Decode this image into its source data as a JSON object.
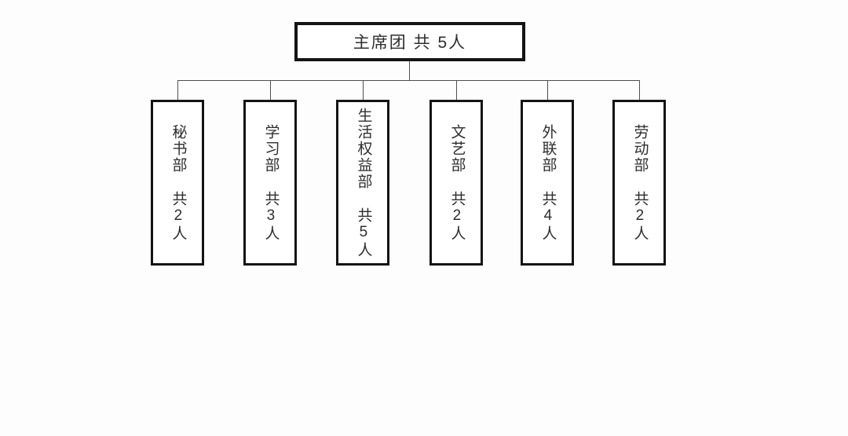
{
  "diagram": {
    "type": "org-chart",
    "root": {
      "label": "主席团 共 5人"
    },
    "departments": [
      {
        "name": "秘书部",
        "count": "共2人"
      },
      {
        "name": "学习部",
        "count": "共3人"
      },
      {
        "name": "生活权益部",
        "count": "共5人"
      },
      {
        "name": "文艺部",
        "count": "共2人"
      },
      {
        "name": "外联部",
        "count": "共4人"
      },
      {
        "name": "劳动部",
        "count": "共2人"
      }
    ]
  },
  "colors": {
    "box_border": "#141414",
    "connector_line": "#4f4f4f",
    "text": "#2e2e2e",
    "background": "#fdfdfd"
  }
}
